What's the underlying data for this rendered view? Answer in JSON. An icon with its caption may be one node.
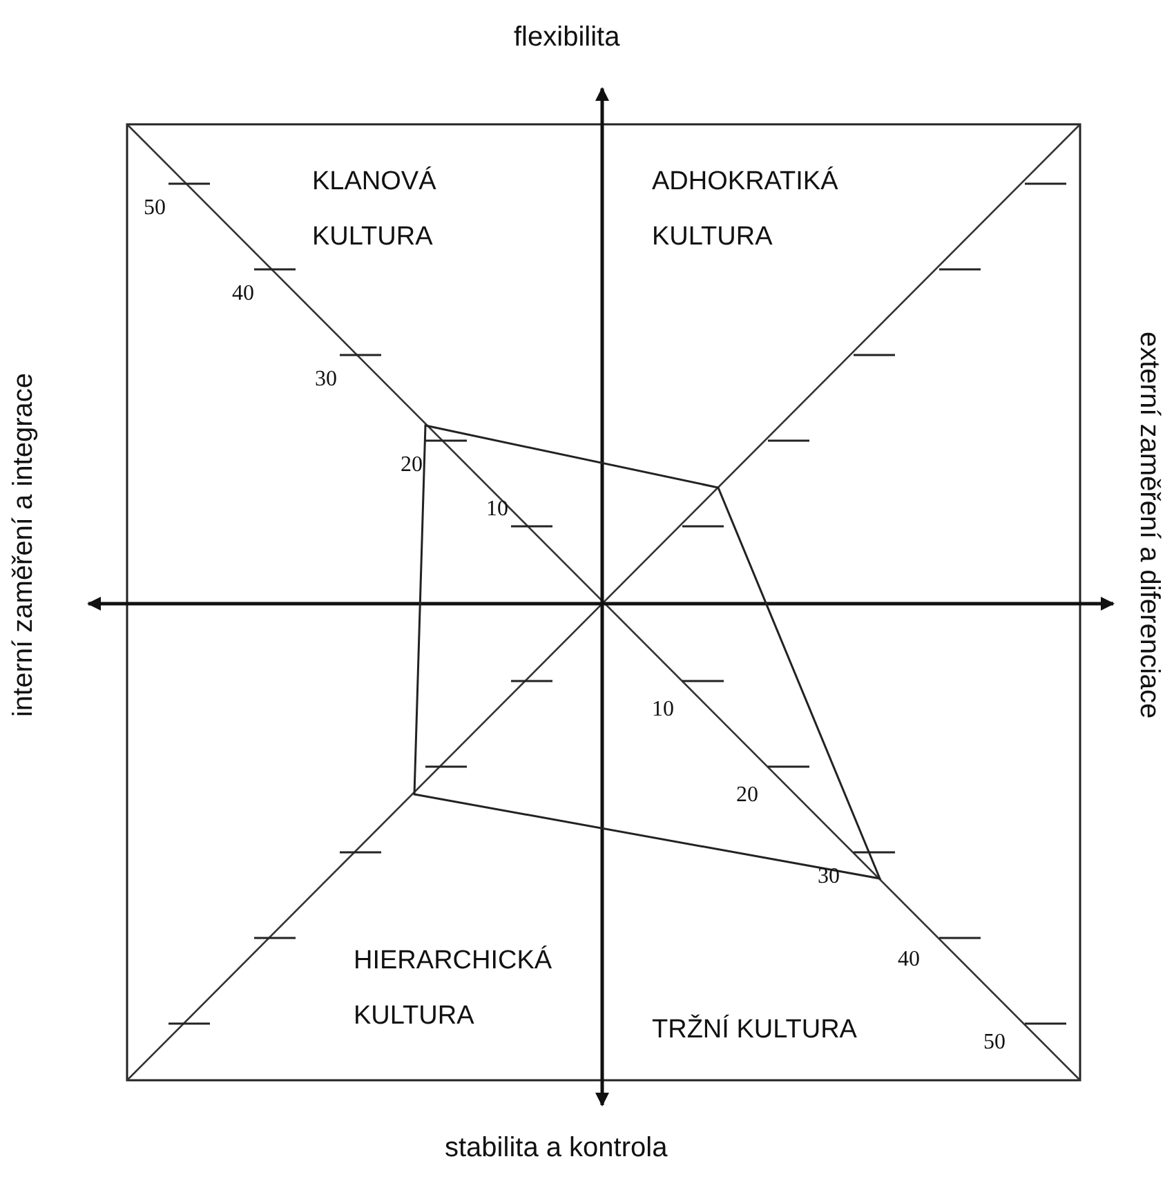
{
  "diagram": {
    "labels": [
      "flexibilita",
      "KLANOVÁ KULTURA",
      "ADHOKRATIKÁ KULTURA",
      "50",
      "40",
      "30",
      "20",
      "10",
      "interní zaměření a integrace",
      "externí zaměření a diferenciace",
      "10",
      "20",
      "30",
      "40",
      "50",
      "HIERARCHICKÁ KULTURA",
      "TRŽNÍ KULTURA",
      "stabilita a kontrola"
    ]
  }
}
